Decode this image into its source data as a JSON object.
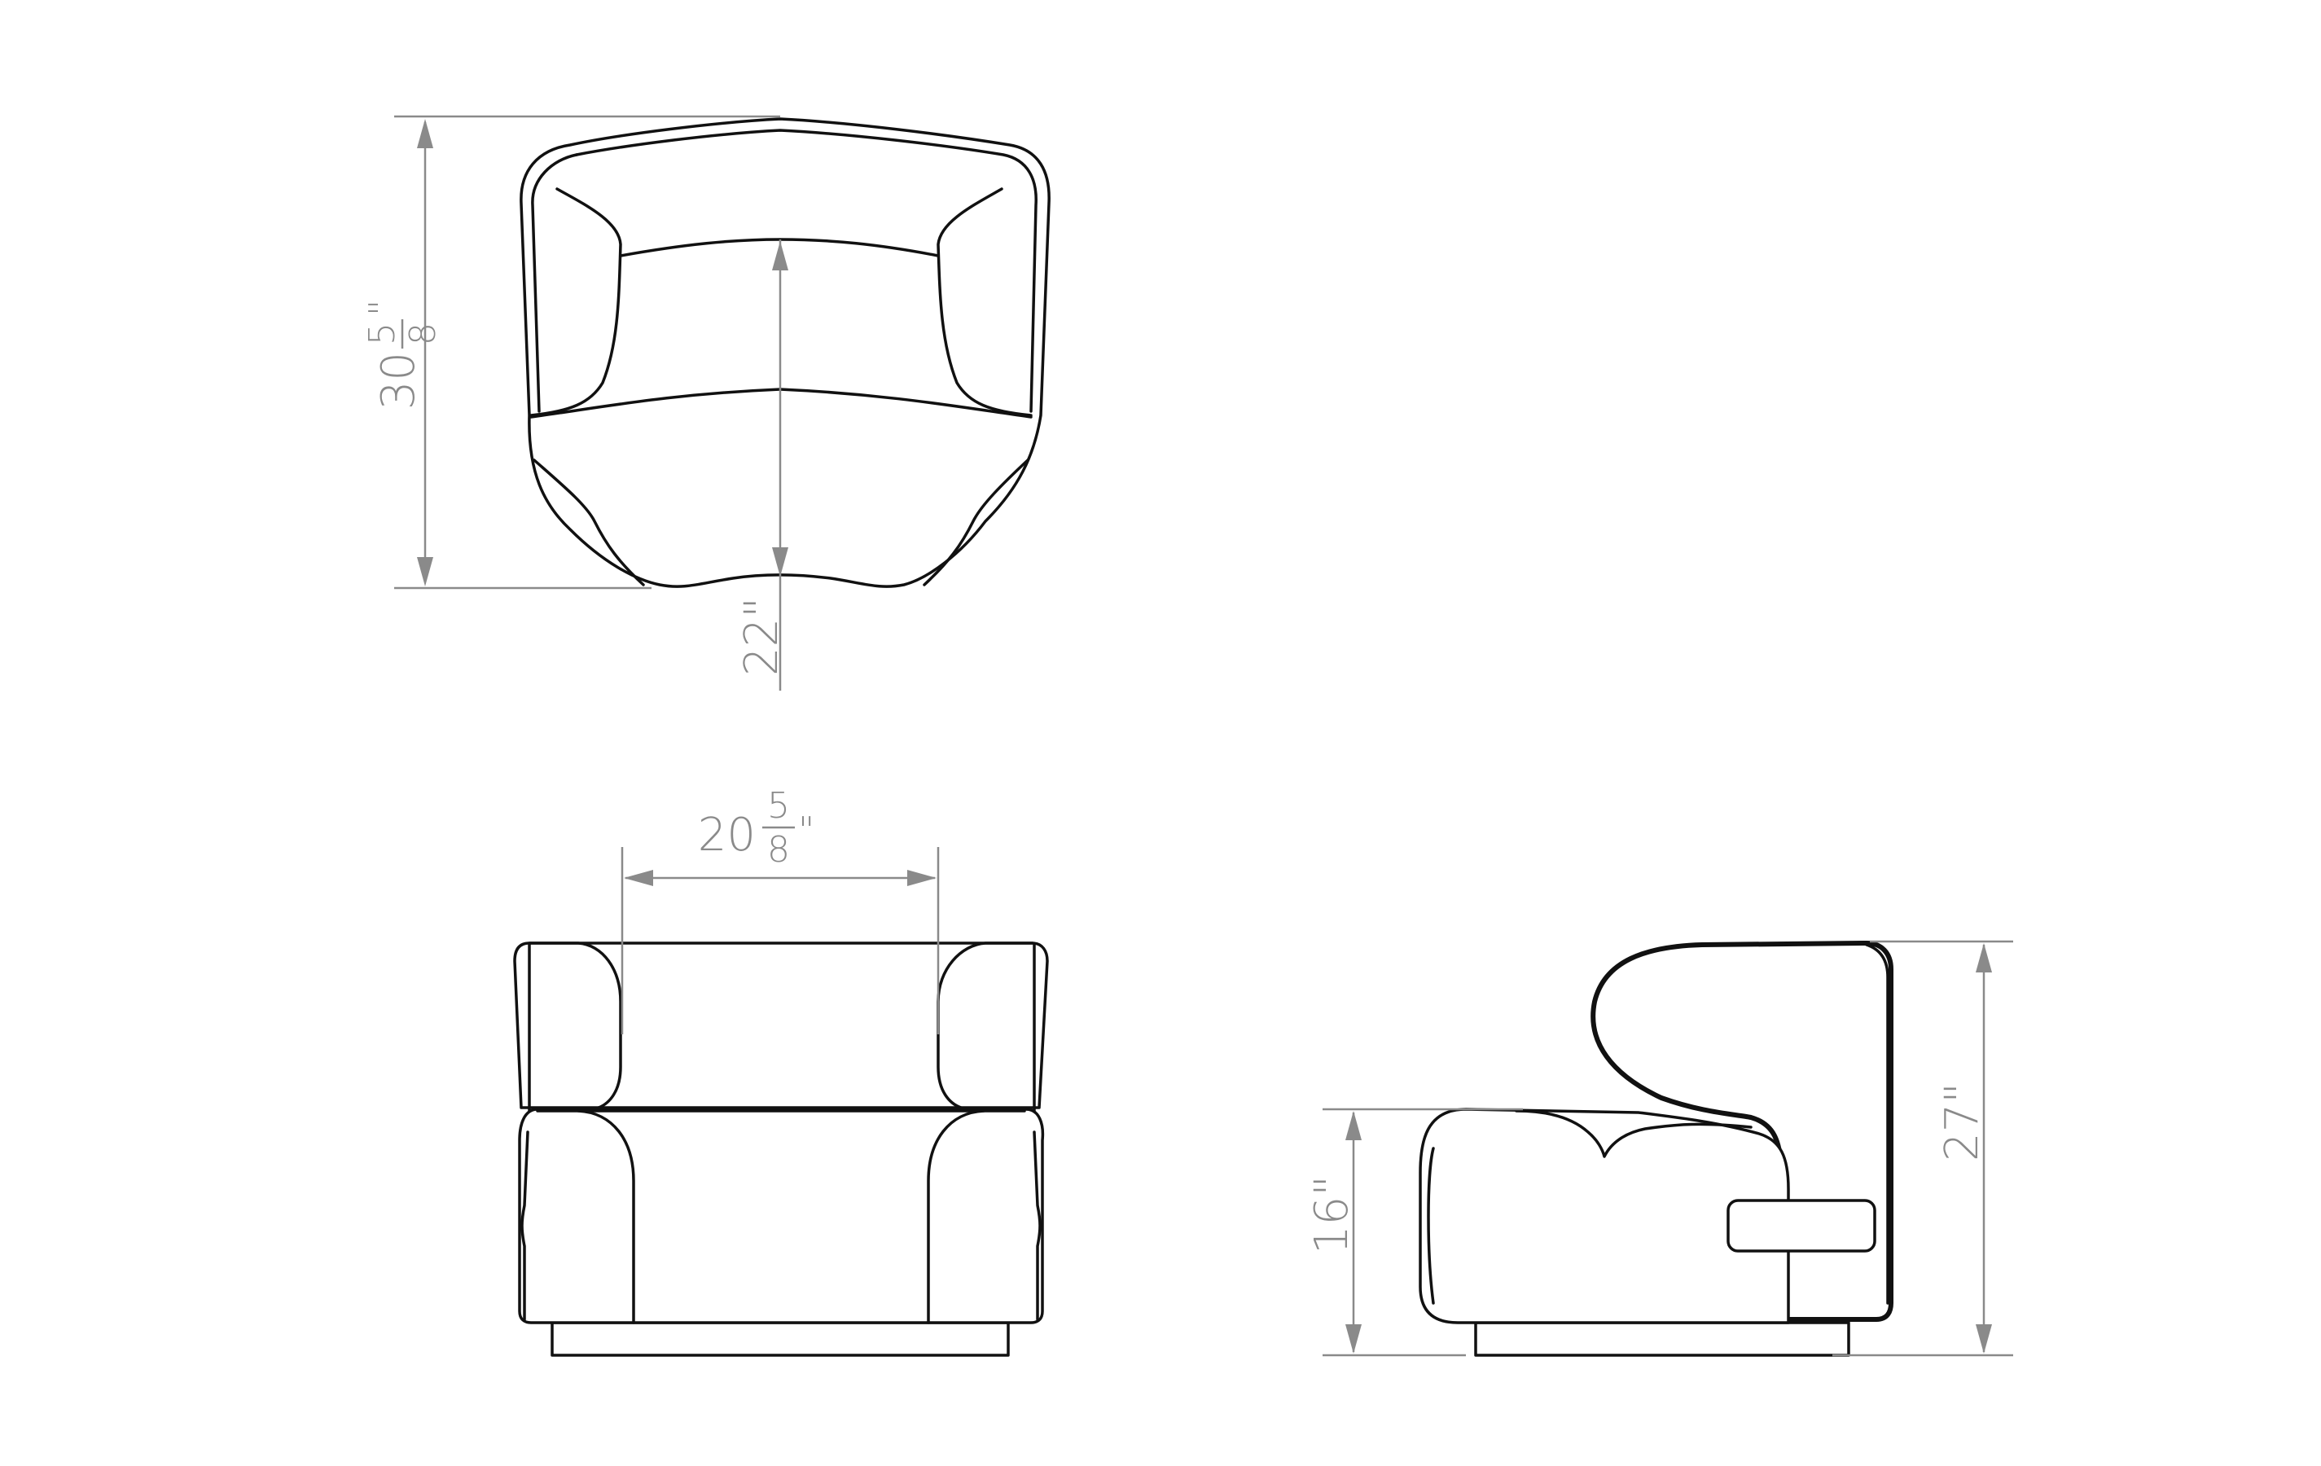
{
  "dimensions": {
    "top_depth": {
      "whole": "30",
      "numerator": "5",
      "denominator": "8",
      "unit": "\""
    },
    "top_inner_depth": {
      "label": "22\""
    },
    "front_inner_width": {
      "whole": "20",
      "numerator": "5",
      "denominator": "8",
      "unit": "\""
    },
    "side_seat_height": {
      "label": "16\""
    },
    "side_total_height": {
      "label": "27\""
    }
  },
  "colors": {
    "outline": "#111111",
    "dimension": "#8a8a8a",
    "background": "#ffffff"
  }
}
